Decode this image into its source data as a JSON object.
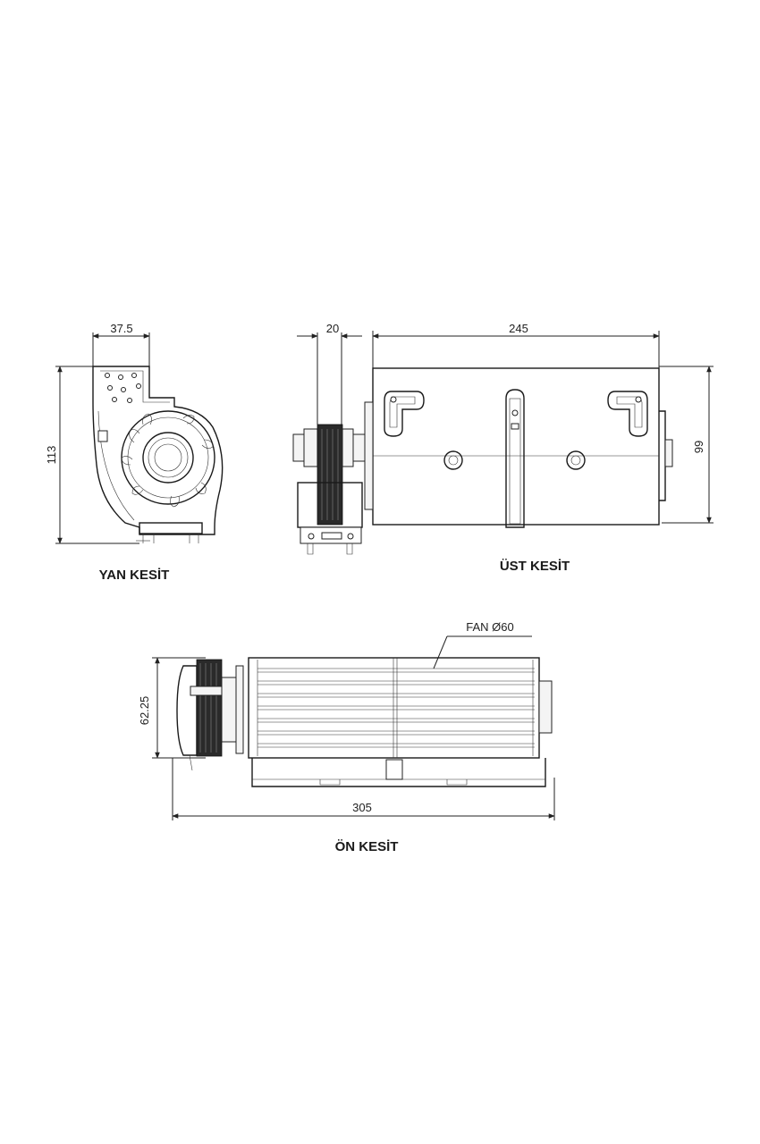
{
  "views": {
    "side": {
      "label": "YAN KESİT",
      "dim_width": "37.5",
      "dim_height": "113"
    },
    "top": {
      "label": "ÜST KESİT",
      "dim_motor": "20",
      "dim_length": "245",
      "dim_height": "99"
    },
    "front": {
      "label": "ÖN KESİT",
      "dim_height": "62.25",
      "dim_length": "305",
      "fan_callout": "FAN Ø60"
    }
  }
}
